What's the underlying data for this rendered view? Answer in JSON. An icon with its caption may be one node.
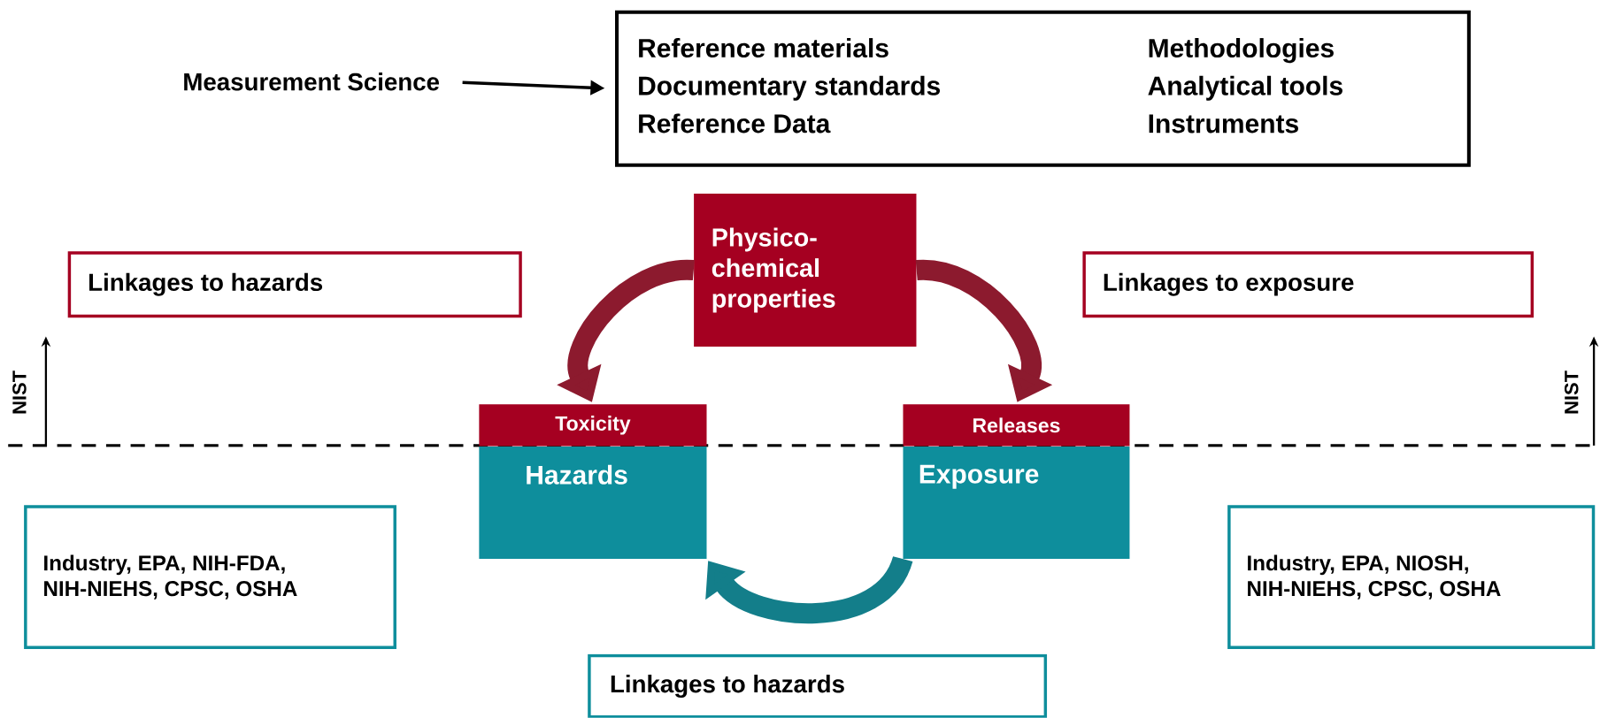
{
  "diagram": {
    "nodes": [
      {
        "text": [
          "Measurement Science"
        ]
      },
      {
        "text": [
          "Reference materials",
          "Methodologies",
          "Documentary standards",
          "Analytical tools",
          "Reference Data",
          "Instruments"
        ]
      },
      {
        "text": [
          "Physico-chemical properties"
        ]
      },
      {
        "text": [
          "Linkages to hazards"
        ]
      },
      {
        "text": [
          "Linkages to exposure"
        ]
      },
      {
        "text": [
          "Toxicity"
        ]
      },
      {
        "text": [
          "Hazards"
        ]
      },
      {
        "text": [
          "Releases"
        ]
      },
      {
        "text": [
          "Exposure"
        ]
      },
      {
        "text": [
          "Industry, EPA, NIH-FDA, NIH-NIEHS, CPSC, OSHA"
        ]
      },
      {
        "text": [
          "Industry, EPA, NIOSH, NIH-NIEHS, CPSC, OSHA"
        ]
      },
      {
        "text": [
          "Linkages to hazards"
        ]
      }
    ],
    "edges": [
      {
        "from": 0,
        "to": 1,
        "arrow": "to",
        "color": "#000000"
      },
      {
        "from": 2,
        "to": 5,
        "arrow": "to",
        "color": "#8c1a2e"
      },
      {
        "from": 2,
        "to": 7,
        "arrow": "to",
        "color": "#8c1a2e"
      },
      {
        "from": 8,
        "to": 6,
        "arrow": "to",
        "color": "#137e8a"
      }
    ],
    "labels": [
      "NIST",
      "NIST"
    ]
  }
}
